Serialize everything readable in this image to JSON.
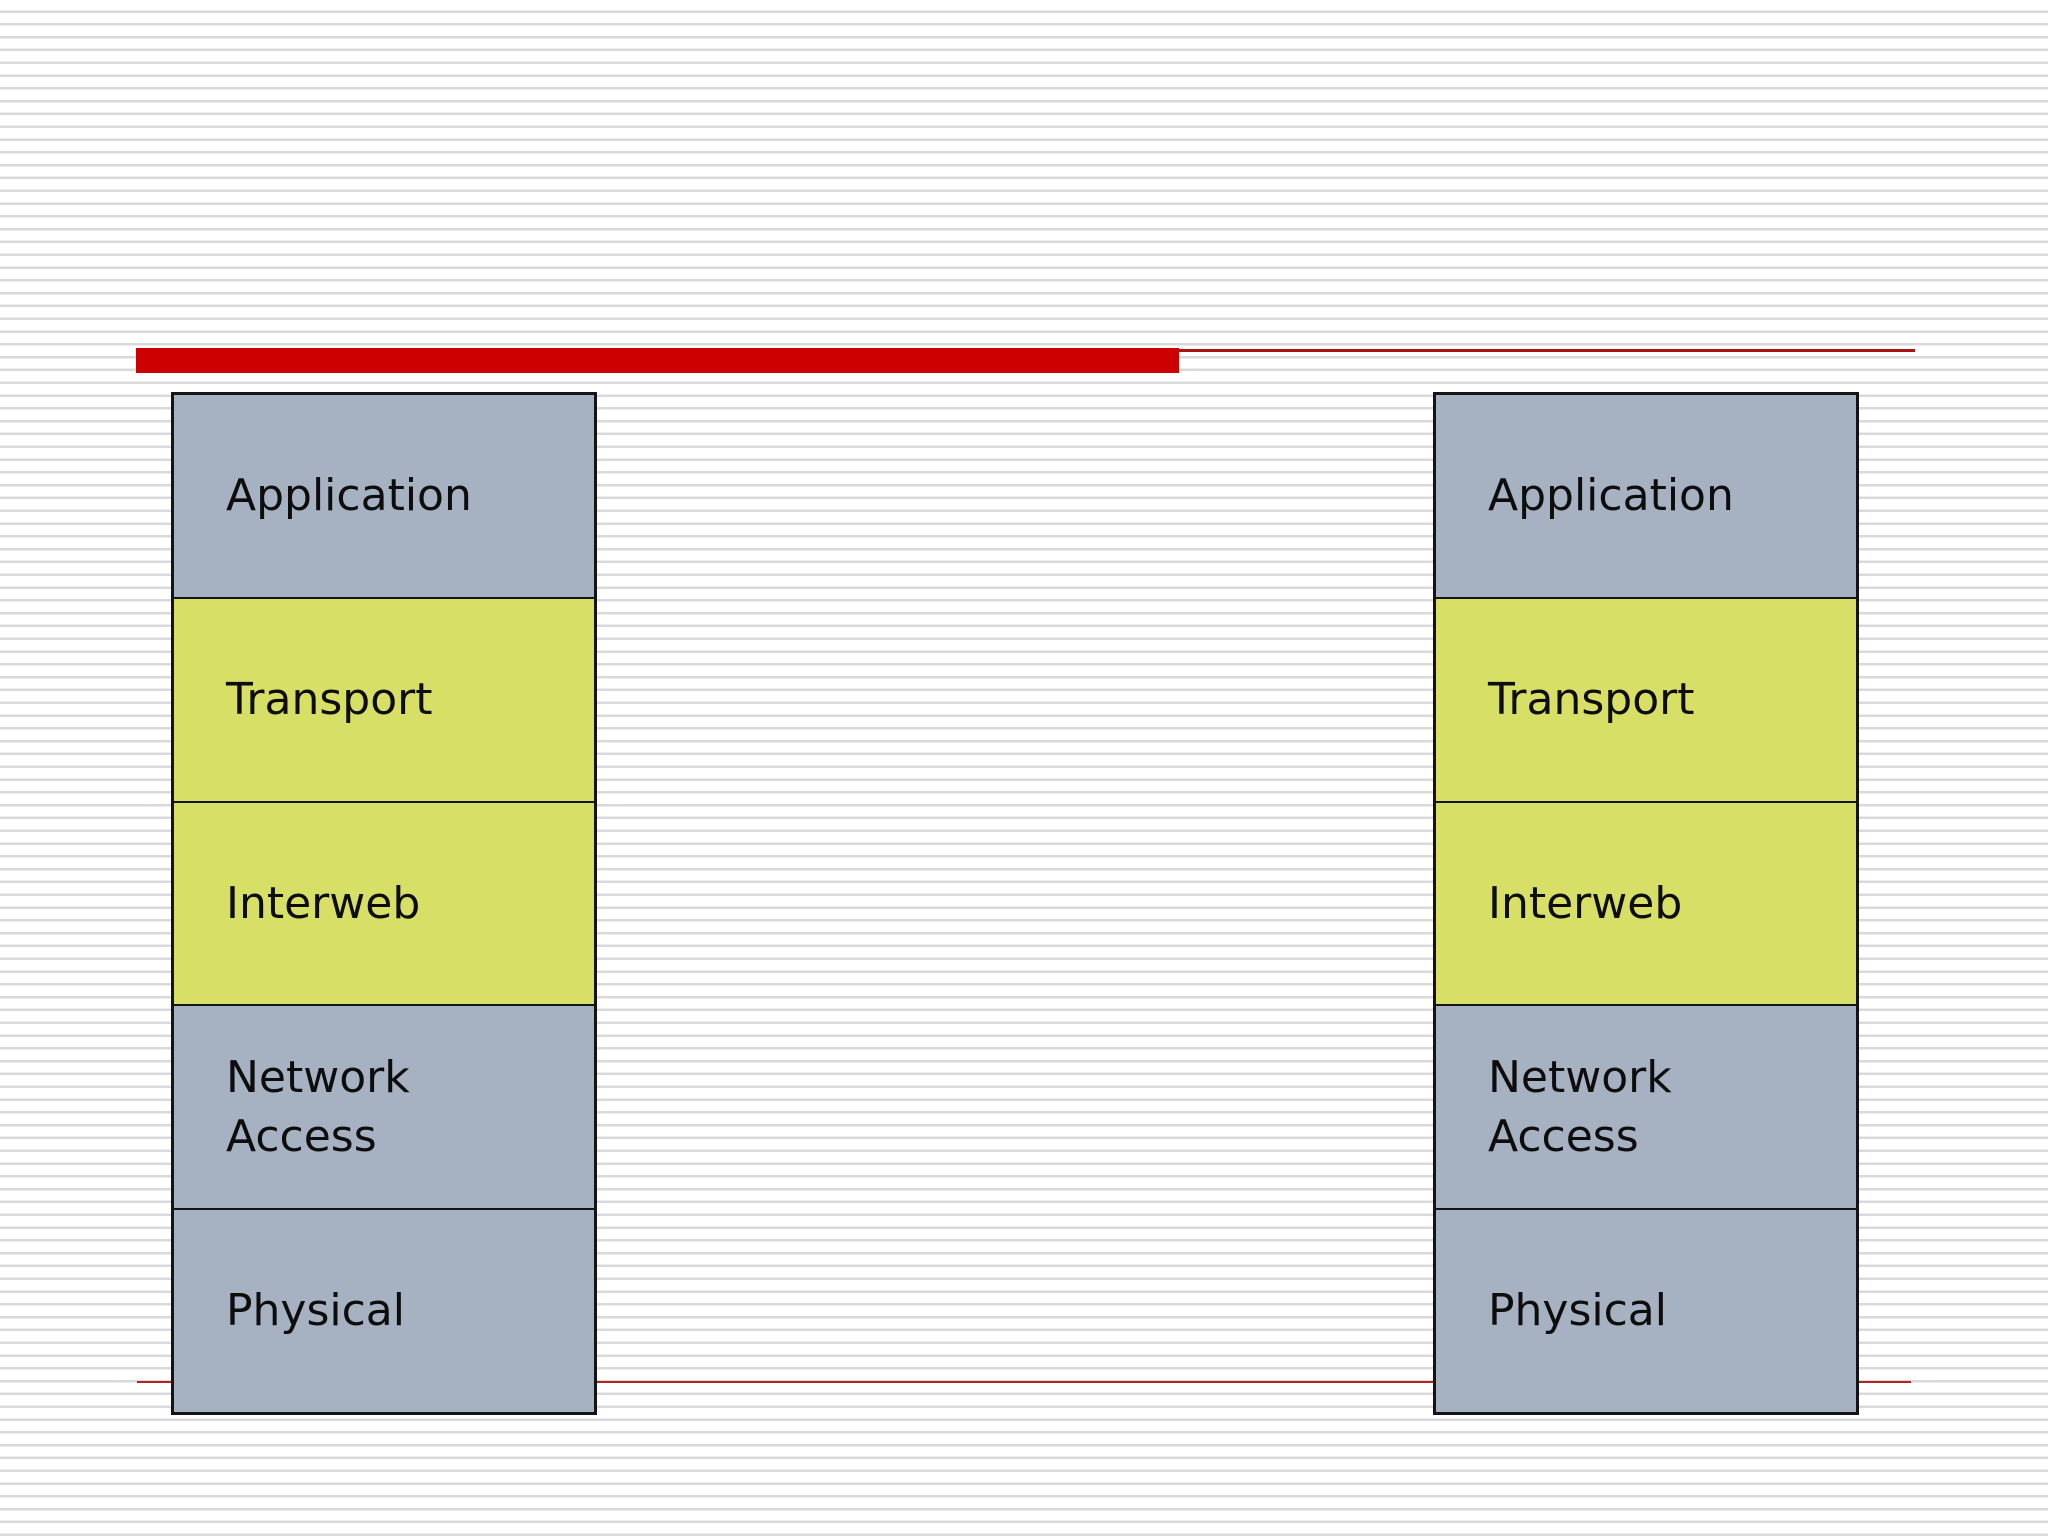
{
  "slide": {
    "stripe_color": "#d9d9dd",
    "accent_bar_color": "#cc0000",
    "thin_line_color": "#a81414",
    "bottom_line_color": "#b22222",
    "border_color": "#141414",
    "text_color": "#0d0d0d",
    "layer_palette": {
      "slate": "#a6b2c2",
      "green": "#d7df66"
    }
  },
  "stacks": [
    {
      "name": "left-protocol-stack",
      "layers": [
        {
          "label": "Application",
          "color": "slate"
        },
        {
          "label": "Transport",
          "color": "green"
        },
        {
          "label": "Interweb",
          "color": "green"
        },
        {
          "label": "Network Access",
          "color": "slate"
        },
        {
          "label": "Physical",
          "color": "slate"
        }
      ]
    },
    {
      "name": "right-protocol-stack",
      "layers": [
        {
          "label": "Application",
          "color": "slate"
        },
        {
          "label": "Transport",
          "color": "green"
        },
        {
          "label": "Interweb",
          "color": "green"
        },
        {
          "label": "Network Access",
          "color": "slate"
        },
        {
          "label": "Physical",
          "color": "slate"
        }
      ]
    }
  ]
}
